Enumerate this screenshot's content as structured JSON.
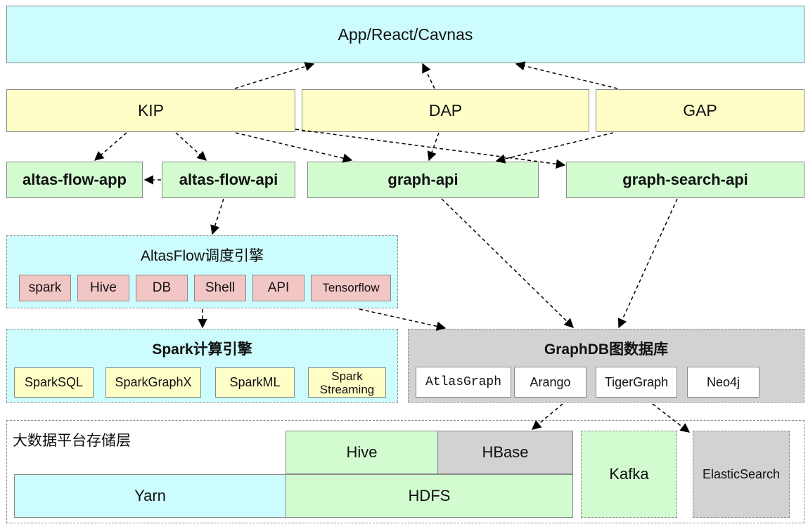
{
  "top": {
    "label": "App/React/Cavnas"
  },
  "apps": {
    "kip": "KIP",
    "dap": "DAP",
    "gap": "GAP"
  },
  "apis": {
    "flow_app": "altas-flow-app",
    "flow_api": "altas-flow-api",
    "graph_api": "graph-api",
    "graph_search_api": "graph-search-api"
  },
  "altasflow": {
    "title": "AltasFlow调度引擎",
    "items": [
      "spark",
      "Hive",
      "DB",
      "Shell",
      "API",
      "Tensorflow"
    ]
  },
  "spark_engine": {
    "title": "Spark计算引擎",
    "items": [
      "SparkSQL",
      "SparkGraphX",
      "SparkML",
      "Spark Streaming"
    ]
  },
  "graphdb": {
    "title": "GraphDB图数据库",
    "items": [
      "AtlasGraph",
      "Arango",
      "TigerGraph",
      "Neo4j"
    ]
  },
  "storage": {
    "title": "大数据平台存储层",
    "hive": "Hive",
    "hbase": "HBase",
    "yarn": "Yarn",
    "hdfs": "HDFS",
    "kafka": "Kafka",
    "elasticsearch": "ElasticSearch"
  }
}
